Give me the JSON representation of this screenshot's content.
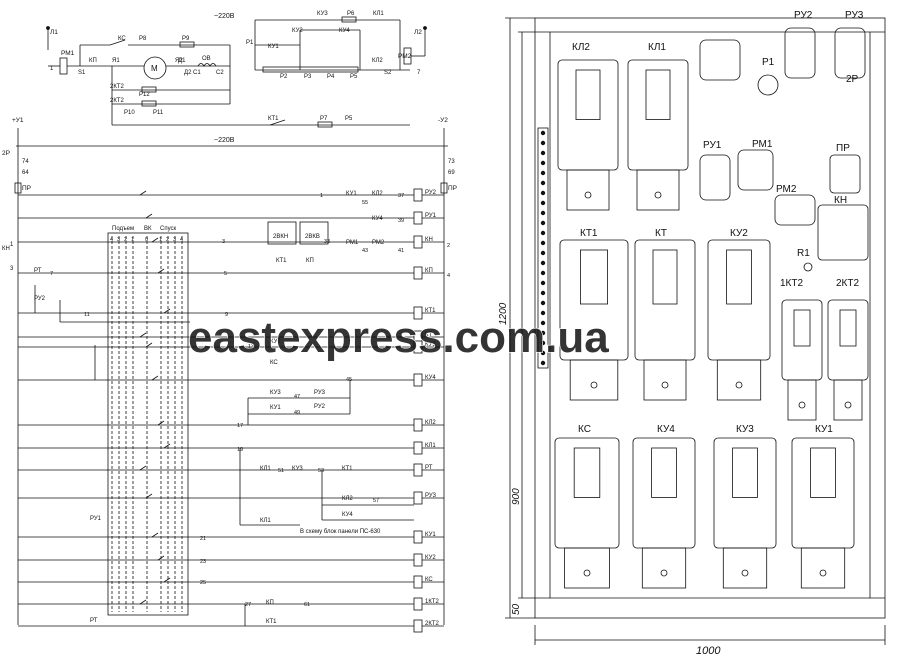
{
  "top_circuit": {
    "voltage": "~220В",
    "left_node": "Л1",
    "right_node": "Л2",
    "relay_left": "РМ1",
    "relay_right": "РМ2",
    "motor": "М",
    "contact_labels": [
      "КС",
      "Р8",
      "Р9",
      "КП",
      "Я1",
      "Я2",
      "Д1",
      "Д2",
      "С1",
      "С2",
      "ОВ",
      "2КТ2",
      "Р12",
      "2КТ2",
      "Р10",
      "Р11",
      "КТ1",
      "Р7",
      "Р5",
      "Р1",
      "КУ1",
      "КУ2",
      "КУ3",
      "КУ4",
      "Р6",
      "КЛ1",
      "КЛ2",
      "Р2",
      "Р3",
      "Р4",
      "Р5",
      "S1",
      "S2"
    ],
    "pin_left": "1",
    "pin_right": "7"
  },
  "control_circuit": {
    "voltage": "~220В",
    "left_rail": "+У1",
    "right_rail": "-У2",
    "left_switch": "2Р",
    "left_nodes": [
      "74",
      "64"
    ],
    "right_nodes": [
      "73",
      "69"
    ],
    "fuse_label": "ПР",
    "left_side_labels": [
      "КН",
      "1",
      "3",
      "РТ",
      "РУ2",
      "РУ1",
      "РТ"
    ],
    "switch_header": [
      "Подъем",
      "ВК",
      "Спуск"
    ],
    "switch_positions": [
      "4",
      "3",
      "2",
      "1",
      "0",
      "1",
      "2",
      "3",
      "4"
    ],
    "coils": [
      "РУ2",
      "РУ1",
      "КН",
      "КП",
      "КТ1",
      "КТ",
      "КУ3",
      "КУ4",
      "КЛ2",
      "КЛ1",
      "РТ",
      "РУ3",
      "КУ1",
      "КУ2",
      "КС",
      "1КТ2",
      "2КТ2"
    ],
    "block_labels": [
      "2ВКН",
      "2ВКВ"
    ],
    "note": "В схему блок панели ПС-630",
    "contact_labels": [
      "КУ1",
      "КЛ2",
      "КУ4",
      "КТ1",
      "КП",
      "РМ1",
      "РМ2",
      "КУ2",
      "КС",
      "КУ3",
      "РУ3",
      "РУ2",
      "КУ1",
      "КЛ1",
      "КУ3",
      "КТ1",
      "КЛ2",
      "КУ4",
      "КЛ1",
      "КП",
      "КТ1"
    ],
    "wire_numbers": [
      "1",
      "55",
      "37",
      "39",
      "3",
      "33",
      "43",
      "41",
      "5",
      "7",
      "9",
      "11",
      "13",
      "45",
      "47",
      "49",
      "17",
      "19",
      "51",
      "53",
      "57",
      "21",
      "23",
      "25",
      "27",
      "61",
      "2",
      "4"
    ]
  },
  "panel": {
    "devices_row1": [
      "КЛ2",
      "КЛ1"
    ],
    "devices_row1_right": [
      "Р1",
      "РУ2",
      "РУ3",
      "2Р",
      "РУ1",
      "РМ1",
      "ПР",
      "РМ2",
      "КН",
      "R1"
    ],
    "devices_row2": [
      "КТ1",
      "КТ",
      "КУ2",
      "1КТ2",
      "2КТ2"
    ],
    "devices_row3": [
      "КС",
      "КУ4",
      "КУ3",
      "КУ1"
    ],
    "dim_height_total": "1200",
    "dim_height_inner": "900",
    "dim_bottom_margin": "50",
    "dim_width": "1000"
  },
  "watermark": "eastexpress.com.ua"
}
